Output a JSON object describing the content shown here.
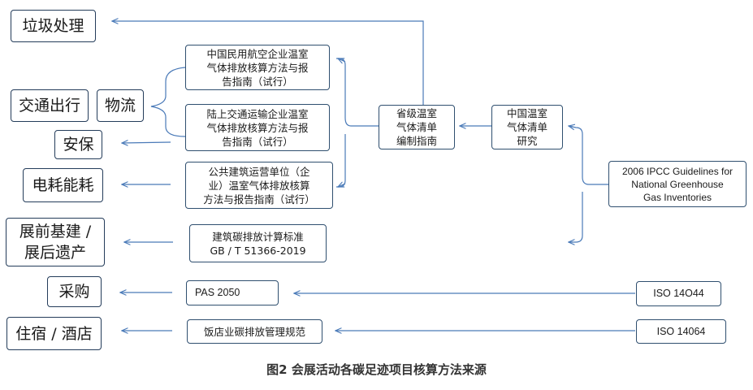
{
  "categories": {
    "waste": "垃圾处理",
    "transport": "交通出行",
    "logistics": "物流",
    "security": "安保",
    "power": "电耗能耗",
    "construction": "展前基建 /\n展后遗产",
    "procurement": "采购",
    "lodging": "住宿 / 酒店"
  },
  "methods": {
    "aviation": "中国民用航空企业温室\n气体排放核算方法与报\n告指南（试行）",
    "road": "陆上交通运输企业温室\n气体排放核算方法与报\n告指南（试行）",
    "public_building": "公共建筑运营单位（企\n业）温室气体排放核算\n方法与报告指南（试行）",
    "building_std": "建筑碳排放计算标准\nGB / T 51366-2019",
    "pas": "PAS 2050",
    "hotel": "饭店业碳排放管理规范"
  },
  "sources": {
    "provincial": "省级温室\n气体清单\n编制指南",
    "china_inventory": "中国温室\n气体清单\n研究",
    "ipcc": "2006  IPCC Guidelines for\nNational Greenhouse\nGas Inventories",
    "iso14044": "ISO 14O44",
    "iso14064": "ISO 14064"
  },
  "caption": "图2  会展活动各碳足迹项目核算方法来源",
  "colors": {
    "arrow": "#4a7ab8",
    "border": "#2f4f6f"
  }
}
